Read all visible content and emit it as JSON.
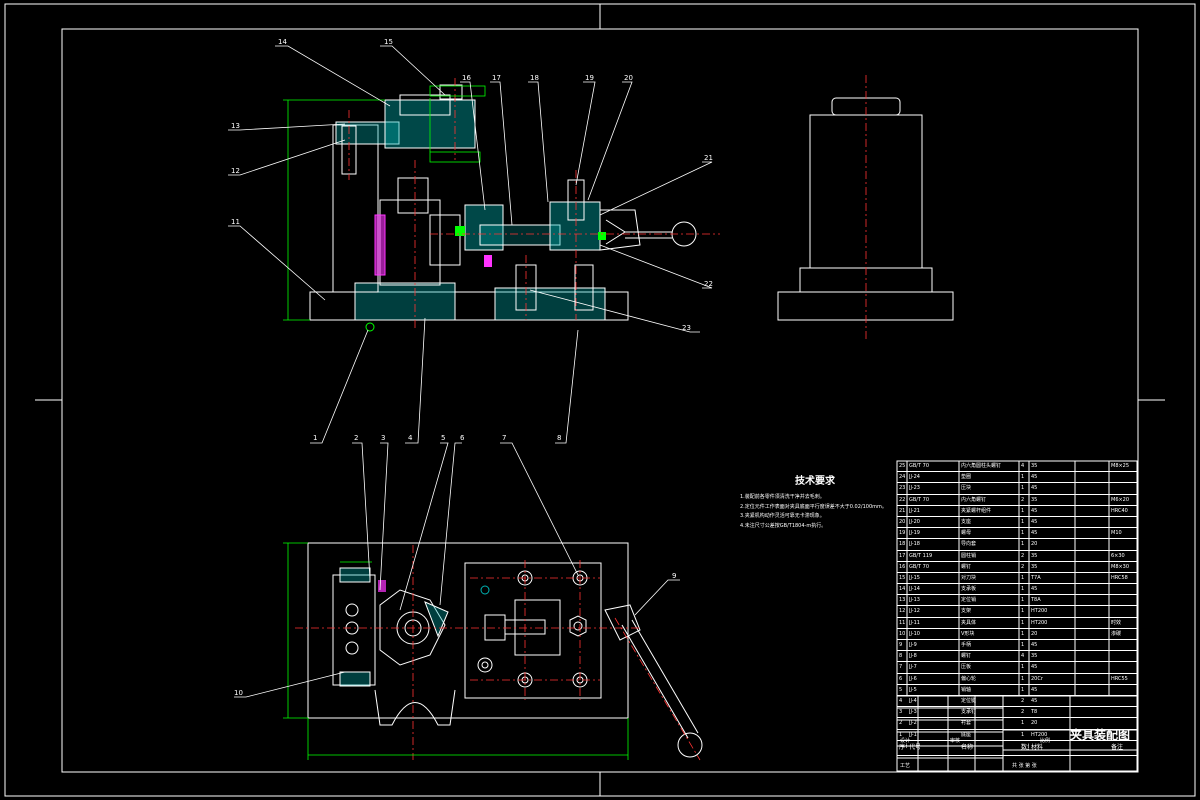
{
  "drawing": {
    "title": "夹具装配图",
    "tech_requirements": {
      "title": "技术要求",
      "lines": [
        "1.装配前各零件须清洗干净并去毛刺。",
        "2.定位元件工作表面对夹具底面平行度误差不大于0.02/100mm。",
        "3.夹紧机构动作灵活可靠无卡滞现象。",
        "4.未注尺寸公差按GB/T1804-m执行。"
      ]
    },
    "bom_header": [
      "序号",
      "代号",
      "名称",
      "数量",
      "材料",
      "备注"
    ],
    "bom_rows": [
      [
        "25",
        "GB/T 70",
        "内六角圆柱头螺钉",
        "4",
        "35",
        "M8×25"
      ],
      [
        "24",
        "JJ-24",
        "垫圈",
        "1",
        "45",
        ""
      ],
      [
        "23",
        "JJ-23",
        "压块",
        "1",
        "45",
        ""
      ],
      [
        "22",
        "GB/T 70",
        "内六角螺钉",
        "2",
        "35",
        "M6×20"
      ],
      [
        "21",
        "JJ-21",
        "夹紧螺杆组件",
        "1",
        "45",
        "HRC40"
      ],
      [
        "20",
        "JJ-20",
        "支座",
        "1",
        "45",
        ""
      ],
      [
        "19",
        "JJ-19",
        "螺母",
        "1",
        "45",
        "M10"
      ],
      [
        "18",
        "JJ-18",
        "导向套",
        "1",
        "20",
        ""
      ],
      [
        "17",
        "GB/T 119",
        "圆柱销",
        "2",
        "35",
        "6×30"
      ],
      [
        "16",
        "GB/T 70",
        "螺钉",
        "2",
        "35",
        "M8×30"
      ],
      [
        "15",
        "JJ-15",
        "对刀块",
        "1",
        "T7A",
        "HRC58"
      ],
      [
        "14",
        "JJ-14",
        "支承板",
        "1",
        "45",
        ""
      ],
      [
        "13",
        "JJ-13",
        "定位销",
        "1",
        "T8A",
        ""
      ],
      [
        "12",
        "JJ-12",
        "支架",
        "1",
        "HT200",
        ""
      ],
      [
        "11",
        "JJ-11",
        "夹具体",
        "1",
        "HT200",
        "时效"
      ],
      [
        "10",
        "JJ-10",
        "V形块",
        "1",
        "20",
        "渗碳"
      ],
      [
        "9",
        "JJ-9",
        "手柄",
        "1",
        "45",
        ""
      ],
      [
        "8",
        "JJ-8",
        "螺钉",
        "4",
        "35",
        ""
      ],
      [
        "7",
        "JJ-7",
        "压板",
        "1",
        "45",
        ""
      ],
      [
        "6",
        "JJ-6",
        "偏心轮",
        "1",
        "20Cr",
        "HRC55"
      ],
      [
        "5",
        "JJ-5",
        "销轴",
        "1",
        "45",
        ""
      ],
      [
        "4",
        "JJ-4",
        "定位键",
        "2",
        "45",
        ""
      ],
      [
        "3",
        "JJ-3",
        "支承钉",
        "2",
        "T8",
        ""
      ],
      [
        "2",
        "JJ-2",
        "衬套",
        "1",
        "20",
        ""
      ],
      [
        "1",
        "JJ-1",
        "底座",
        "1",
        "HT200",
        ""
      ]
    ],
    "title_block": {
      "design": "设计",
      "check": "审核",
      "process": "工艺",
      "scale_label": "比例",
      "sheet": "共 张 第 张"
    },
    "callouts_top": [
      "14",
      "15",
      "16",
      "17",
      "18",
      "19",
      "20",
      "13",
      "12",
      "11",
      "21",
      "22",
      "23"
    ],
    "callouts_bottom": [
      "1",
      "2",
      "3",
      "4",
      "5",
      "6",
      "7",
      "8",
      "9",
      "10"
    ],
    "colors": {
      "background": "#000000",
      "outline": "#ffffff",
      "dimension": "#00ff00",
      "center": "#ff3333",
      "hatch": "#00b3b3",
      "accent": "#ff33ff",
      "yellow": "#ffff00"
    }
  }
}
